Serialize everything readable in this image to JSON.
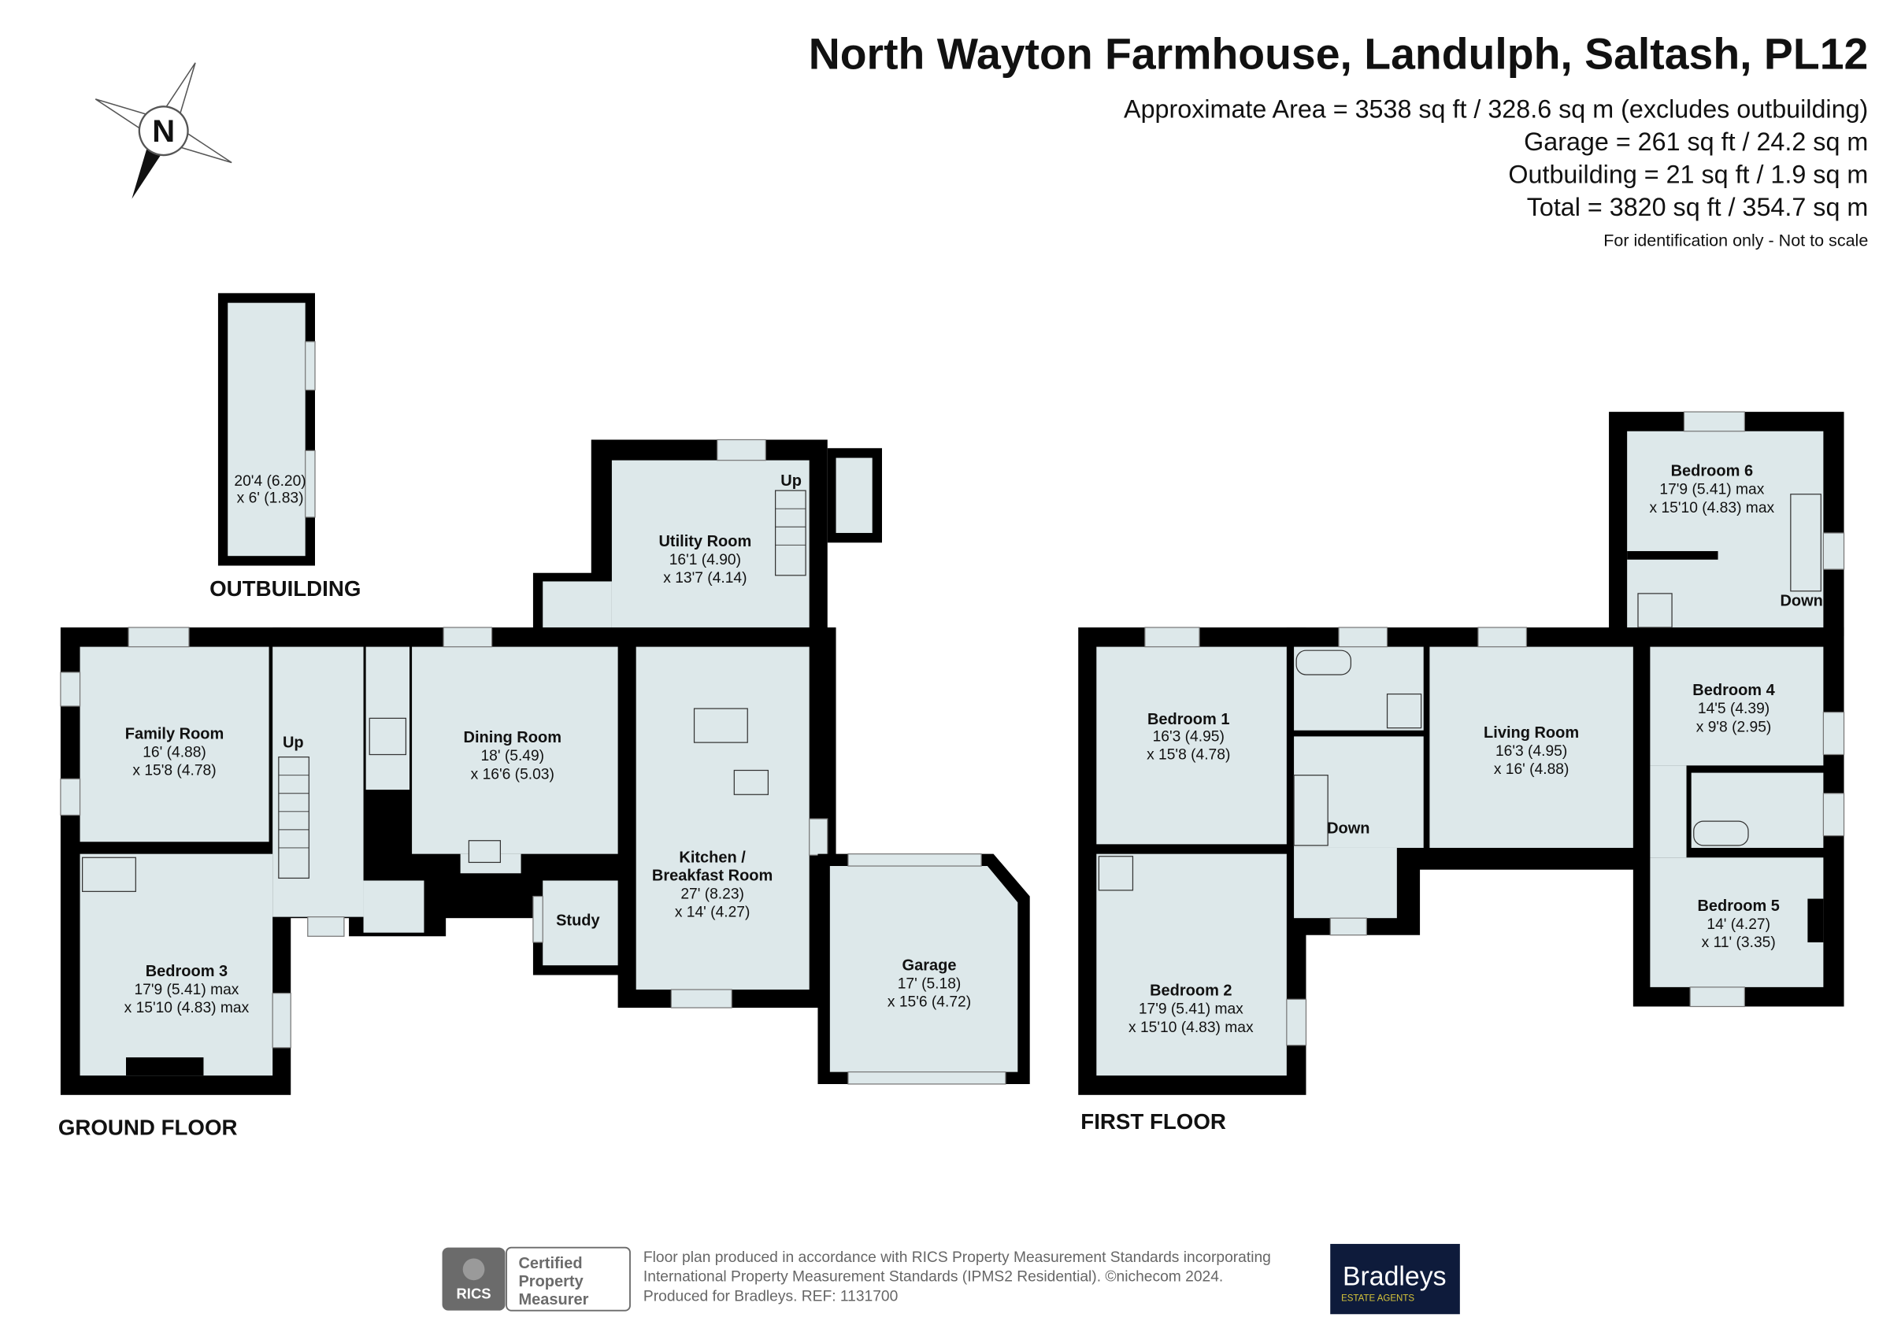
{
  "header": {
    "title": "North Wayton Farmhouse, Landulph, Saltash, PL12",
    "areas": [
      "Approximate Area = 3538 sq ft / 328.6 sq m (excludes outbuilding)",
      "Garage = 261 sq ft / 24.2 sq m",
      "Outbuilding = 21 sq ft / 1.9 sq m",
      "Total = 3820 sq ft / 354.7 sq m"
    ],
    "disclaimer": "For identification only - Not to scale"
  },
  "compass": {
    "label": "N",
    "icon": "north-compass-icon"
  },
  "ground_floor": {
    "label": "GROUND FLOOR",
    "outbuilding_label": "OUTBUILDING",
    "outbuilding_dims": [
      "20'4 (6.20)",
      "x 6' (1.83)"
    ],
    "up_labels": [
      "Up",
      "Up"
    ],
    "rooms": {
      "family": {
        "name": "Family Room",
        "dims": [
          "16' (4.88)",
          "x 15'8 (4.78)"
        ]
      },
      "bedroom3": {
        "name": "Bedroom 3",
        "dims": [
          "17'9 (5.41) max",
          "x 15'10 (4.83) max"
        ]
      },
      "dining": {
        "name": "Dining Room",
        "dims": [
          "18' (5.49)",
          "x 16'6 (5.03)"
        ]
      },
      "utility": {
        "name": "Utility Room",
        "dims": [
          "16'1 (4.90)",
          "x 13'7 (4.14)"
        ]
      },
      "kitchen": {
        "name": [
          "Kitchen /",
          "Breakfast Room"
        ],
        "dims": [
          "27' (8.23)",
          "x 14' (4.27)"
        ]
      },
      "study": {
        "name": "Study"
      },
      "garage": {
        "name": "Garage",
        "dims": [
          "17' (5.18)",
          "x 15'6 (4.72)"
        ]
      }
    }
  },
  "first_floor": {
    "label": "FIRST FLOOR",
    "down_labels": [
      "Down",
      "Down"
    ],
    "rooms": {
      "bedroom1": {
        "name": "Bedroom 1",
        "dims": [
          "16'3 (4.95)",
          "x 15'8 (4.78)"
        ]
      },
      "bedroom2": {
        "name": "Bedroom 2",
        "dims": [
          "17'9 (5.41) max",
          "x 15'10 (4.83) max"
        ]
      },
      "living": {
        "name": "Living Room",
        "dims": [
          "16'3 (4.95)",
          "x 16' (4.88)"
        ]
      },
      "bedroom4": {
        "name": "Bedroom 4",
        "dims": [
          "14'5 (4.39)",
          "x 9'8 (2.95)"
        ]
      },
      "bedroom5": {
        "name": "Bedroom 5",
        "dims": [
          "14' (4.27)",
          "x 11' (3.35)"
        ]
      },
      "bedroom6": {
        "name": "Bedroom 6",
        "dims": [
          "17'9 (5.41) max",
          "x 15'10 (4.83) max"
        ]
      }
    }
  },
  "footer": {
    "rics_logo": "RICS",
    "certified": [
      "Certified",
      "Property",
      "Measurer"
    ],
    "lines": [
      "Floor plan produced in accordance with RICS Property Measurement Standards incorporating",
      "International Property Measurement Standards (IPMS2 Residential).   ©nichecom 2024.",
      "Produced for Bradleys.   REF: 1131700"
    ],
    "agent_logo": {
      "name": "Bradleys",
      "tagline": "ESTATE AGENTS"
    }
  },
  "colors": {
    "room_fill": "#dde8ea",
    "wall": "#000000",
    "agent_navy": "#0e1b3b",
    "agent_tagline": "#d7c53a",
    "rics_grey": "#6b6b6b"
  }
}
